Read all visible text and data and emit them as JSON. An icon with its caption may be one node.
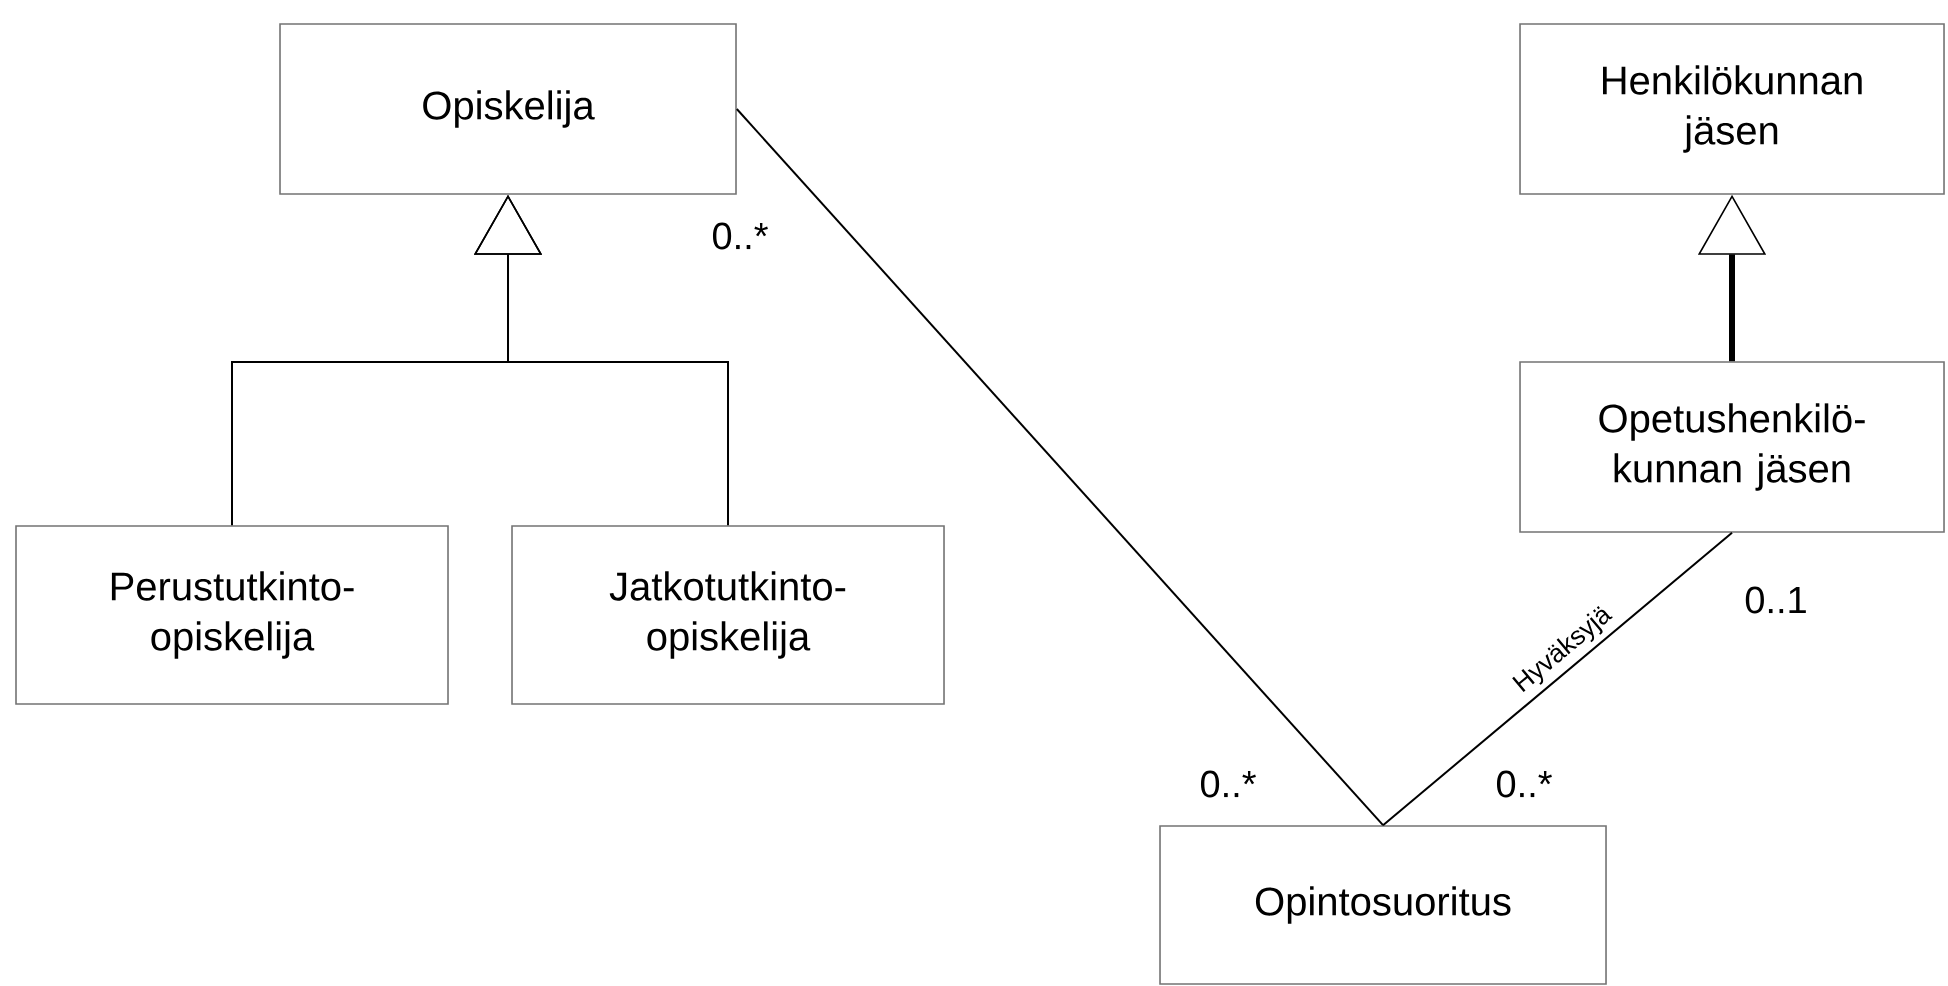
{
  "diagram": {
    "nodes": [
      {
        "text": [
          "Opiskelija"
        ]
      },
      {
        "text": [
          "Henkilökunnan jäsen"
        ]
      },
      {
        "text": [
          "Perustutkinto-opiskelija"
        ]
      },
      {
        "text": [
          "Jatkotutkinto-opiskelija"
        ]
      },
      {
        "text": [
          "Opetushenkilö-kunnan jäsen"
        ]
      },
      {
        "text": [
          "Opintosuoritus"
        ]
      }
    ],
    "edges": [
      {
        "from": 2,
        "to": 0,
        "arrow": "to"
      },
      {
        "from": 3,
        "to": 0,
        "arrow": "to"
      },
      {
        "from": 4,
        "to": 1,
        "arrow": "to",
        "style": "thick"
      },
      {
        "from": 0,
        "to": 5,
        "arrow": "none"
      },
      {
        "from": 4,
        "to": 5,
        "arrow": "none",
        "label": "Hyväksyjä"
      }
    ],
    "labels": [
      "0..*",
      "0..1",
      "0..*",
      "0..*"
    ]
  }
}
